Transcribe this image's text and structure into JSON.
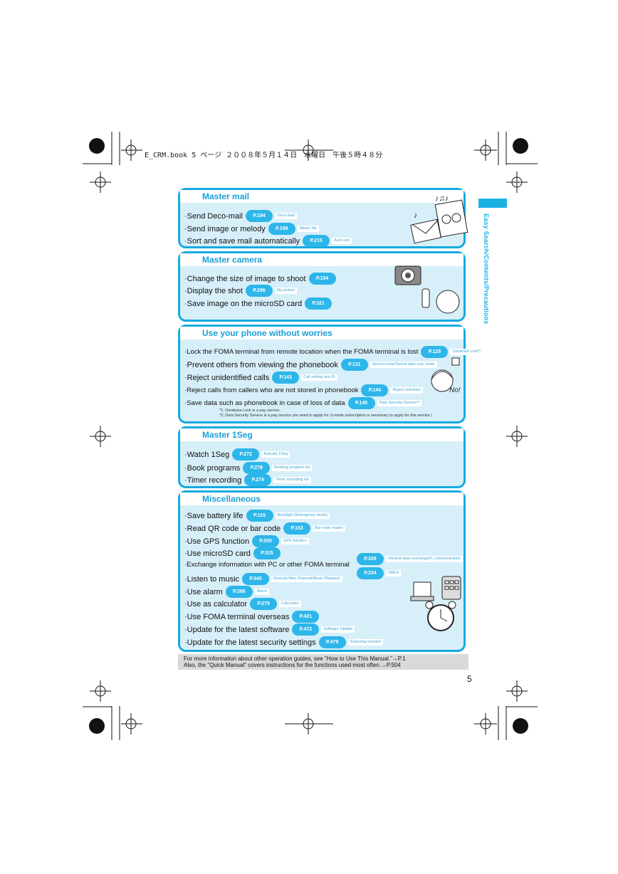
{
  "header": {
    "text": "E_CRM.book  5 ページ  ２００８年５月１４日　水曜日　午後５時４８分"
  },
  "side_label": "Easy Search/Contents/Precautions",
  "sections": [
    {
      "title": "Master mail",
      "items": [
        {
          "text": "·Send Deco-mail",
          "page": "P.194",
          "tag": "Deco-mail"
        },
        {
          "text": "·Send image or melody",
          "page": "P.199",
          "tag": "Attach file"
        },
        {
          "text": "·Sort and save mail automatically",
          "page": "P.215",
          "tag": "Auto-sort"
        }
      ]
    },
    {
      "title": "Master camera",
      "items": [
        {
          "text": "·Change the size of image to shoot",
          "page": "P.154",
          "tag": ""
        },
        {
          "text": "·Display the shot",
          "page": "P.296",
          "tag": "My picture"
        },
        {
          "text": "·Save image on the microSD card",
          "page": "P.321",
          "tag": ""
        }
      ]
    },
    {
      "title": "Use your phone without worries",
      "items": [
        {
          "text": "·Lock the FOMA terminal from remote location when the FOMA terminal is lost",
          "page": "P.129",
          "tag": "Omakase Lock*¹"
        },
        {
          "text": "·Prevent others from viewing the phonebook",
          "page": "P.131",
          "tag": "Secret mode/Secret data only mode"
        },
        {
          "text": "·Reject unidentified calls",
          "page": "P.143",
          "tag": "Call setting w/o ID"
        },
        {
          "text": "·Reject calls from callers who are not stored in phonebook",
          "page": "P.144",
          "tag": "Reject unknown"
        },
        {
          "text": "·Save data such as phonebook in case of loss of data",
          "page": "P.145",
          "tag": "Data Security Service*²"
        }
      ],
      "notes": [
        "*1: Omakase Lock is a pay service.",
        "*2: Data Security Service is a pay service you need to apply for. (i-mode subscription is necessary to apply for this service.)"
      ]
    },
    {
      "title": "Master 1Seg",
      "items": [
        {
          "text": "·Watch 1Seg",
          "page": "P.272",
          "tag": "Activate 1Seg"
        },
        {
          "text": "·Book programs",
          "page": "P.278",
          "tag": "Booking program list"
        },
        {
          "text": "·Timer recording",
          "page": "P.274",
          "tag": "Timer recording list"
        }
      ]
    },
    {
      "title": "Miscellaneous",
      "items": [
        {
          "text": "·Save battery life",
          "page": "P.115",
          "tag": "Backlight (Emergency mode)"
        },
        {
          "text": "·Read QR code or bar code",
          "page": "P.163",
          "tag": "Bar code reader"
        },
        {
          "text": "·Use GPS function",
          "page": "P.255",
          "tag": "GPS function"
        },
        {
          "text": "·Use microSD card",
          "page": "P.315",
          "tag": ""
        },
        {
          "text": "·Exchange information with PC or other FOMA terminal",
          "page": "",
          "tag": ""
        },
        {
          "text": "·Listen to music",
          "page": "P.345",
          "tag": "Music&Video Channel/Music Playback"
        },
        {
          "text": "·Use alarm",
          "page": "P.366",
          "tag": "Alarm"
        },
        {
          "text": "·Use as calculator",
          "page": "P.379",
          "tag": "Calculator"
        },
        {
          "text": "·Use FOMA terminal overseas",
          "page": "P.421",
          "tag": ""
        },
        {
          "text": "·Update for the latest software",
          "page": "P.472",
          "tag": "Software Update"
        },
        {
          "text": "·Update for the latest security settings",
          "page": "P.479",
          "tag": "Scanning function"
        }
      ],
      "extra": [
        {
          "page": "P.329",
          "tag": "Infrared data exchange/iC communication"
        },
        {
          "page": "P.334",
          "tag": "OBEX"
        }
      ]
    }
  ],
  "footer": {
    "line1": "For more information about other operation guides, see \"How to Use This Manual.\"→P.1",
    "line2": "Also, the \"Quick Manual\" covers instructions for the functions used most often.→P.504"
  },
  "page_number": "5"
}
